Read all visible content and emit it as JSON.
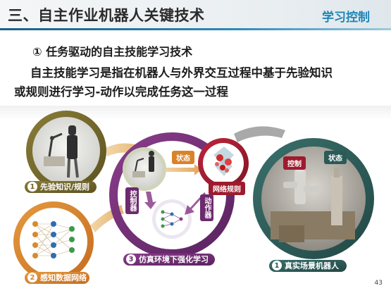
{
  "header": {
    "title": "三、自主作业机器人关键技术",
    "section": "学习控制"
  },
  "subtitle": "① 任务驱动的自主技能学习技术",
  "paragraph": {
    "line1": "自主技能学习是指在机器人与外界交互过程中基于先验知识",
    "line2": "或规则进行学习-动作以完成任务这一过程"
  },
  "diagram": {
    "node1": {
      "num": "1",
      "label": "先验知识/规则"
    },
    "node2": {
      "num": "2",
      "label": "感知数据网络"
    },
    "node3": {
      "num": "3",
      "label": "仿真环境下强化学习"
    },
    "node4": {
      "num": "1",
      "label": "真实场景机器人"
    },
    "chips": {
      "state_sim": "状态",
      "policy": "网络规则",
      "control_sim": "控制器",
      "action": "动作器",
      "control_real": "控制",
      "state_real": "状态"
    },
    "colors": {
      "olive": "#6f6428",
      "orange": "#d9822b",
      "purple": "#6d2a6e",
      "darkred": "#9e1b2d",
      "teal": "#2b5a57"
    }
  },
  "page_number": "43"
}
